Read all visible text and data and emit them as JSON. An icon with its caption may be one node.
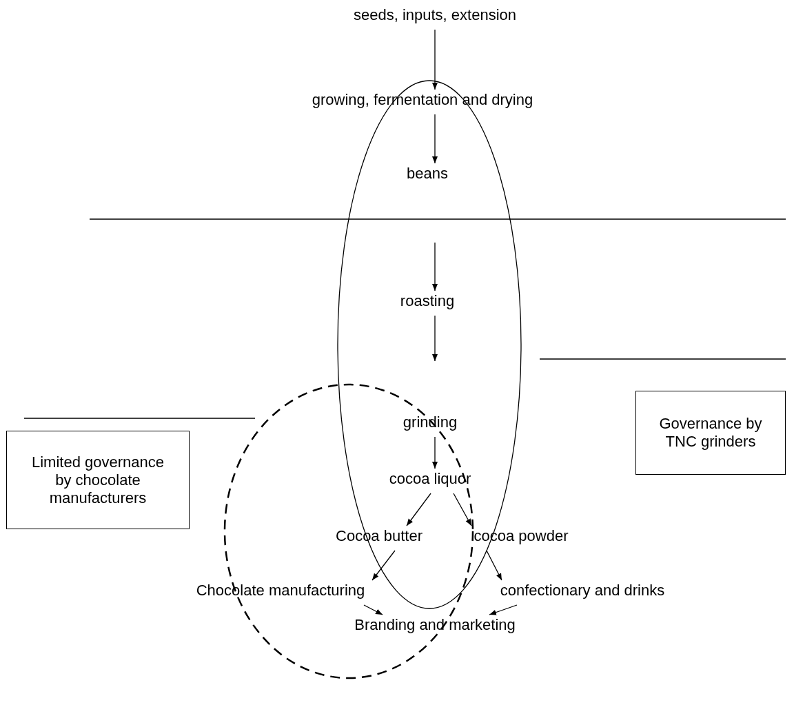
{
  "diagram": {
    "nodes": [
      {
        "text": [
          "seeds, inputs, extension"
        ]
      },
      {
        "text": [
          "growing, fermentation and drying"
        ]
      },
      {
        "text": [
          "beans"
        ]
      },
      {
        "text": [
          "roasting"
        ]
      },
      {
        "text": [
          "grinding"
        ]
      },
      {
        "text": [
          "cocoa liquor"
        ]
      },
      {
        "text": [
          "Cocoa butter"
        ]
      },
      {
        "text": [
          "cocoa powder"
        ]
      },
      {
        "text": [
          "Chocolate manufacturing"
        ]
      },
      {
        "text": [
          "confectionary and drinks"
        ]
      },
      {
        "text": [
          "Branding and marketing"
        ]
      },
      {
        "text": [
          "Limited governance by chocolate manufacturers"
        ]
      },
      {
        "text": [
          "Governance by TNC grinders"
        ]
      }
    ],
    "edges": [
      {
        "from": 0,
        "to": 1,
        "arrow": "to"
      },
      {
        "from": 1,
        "to": 2,
        "arrow": "to"
      },
      {
        "from": null,
        "to": 3,
        "arrow": "to"
      },
      {
        "from": 3,
        "to": null,
        "arrow": "to"
      },
      {
        "from": 4,
        "to": 5,
        "arrow": "to"
      },
      {
        "from": 5,
        "to": 6,
        "arrow": "to"
      },
      {
        "from": 5,
        "to": 7,
        "arrow": "to"
      },
      {
        "from": 6,
        "to": 8,
        "arrow": "to"
      },
      {
        "from": 7,
        "to": 9,
        "arrow": "to"
      },
      {
        "from": 8,
        "to": 10,
        "arrow": "to"
      },
      {
        "from": 9,
        "to": 10,
        "arrow": "to"
      }
    ]
  }
}
